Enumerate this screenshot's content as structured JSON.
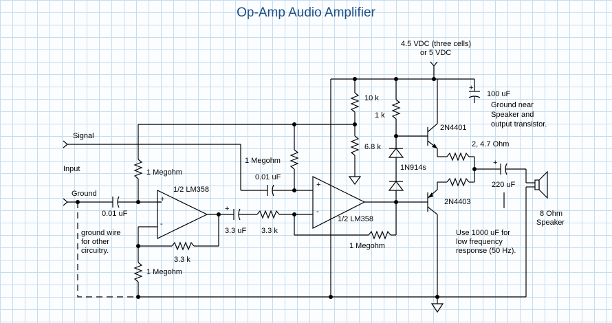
{
  "title": "Op-Amp Audio Amplifier",
  "supply": {
    "label_line1": "4.5 VDC (three cells)",
    "label_line2": "or 5 VDC"
  },
  "labels": {
    "signal": "Signal",
    "input": "Input",
    "ground": "Ground",
    "c_in": "0.01 uF",
    "ground_wire_1": "ground wire",
    "ground_wire_2": "for other",
    "ground_wire_3": "circuitry.",
    "r_bias_upper": "1 Megohm",
    "r_bias_lower": "1 Megohm",
    "opamp1": "1/2 LM358",
    "r_fb1": "3.3 k",
    "c_couple": "3.3 uF",
    "r_series": "3.3 k",
    "r_mid": "1 Megohm",
    "c_mid": "0.01 uF",
    "opamp2": "1/2 LM358",
    "r_fb2": "1 Megohm",
    "r_10k": "10 k",
    "r_68k": "6.8 k",
    "r_1k": "1 k",
    "diodes": "1N914s",
    "q1": "2N4401",
    "q2": "2N4403",
    "r_emitters": "2, 4.7 Ohm",
    "c_supply": "100 uF",
    "c_supply_note_1": "Ground near",
    "c_supply_note_2": "Speaker and",
    "c_supply_note_3": "output transistor.",
    "c_out": "220 uF",
    "c_out_note_1": "Use 1000 uF for",
    "c_out_note_2": "low frequency",
    "c_out_note_3": "response (50 Hz).",
    "speaker_1": "8 Ohm",
    "speaker_2": "Speaker",
    "plus": "+",
    "minus": "-"
  }
}
